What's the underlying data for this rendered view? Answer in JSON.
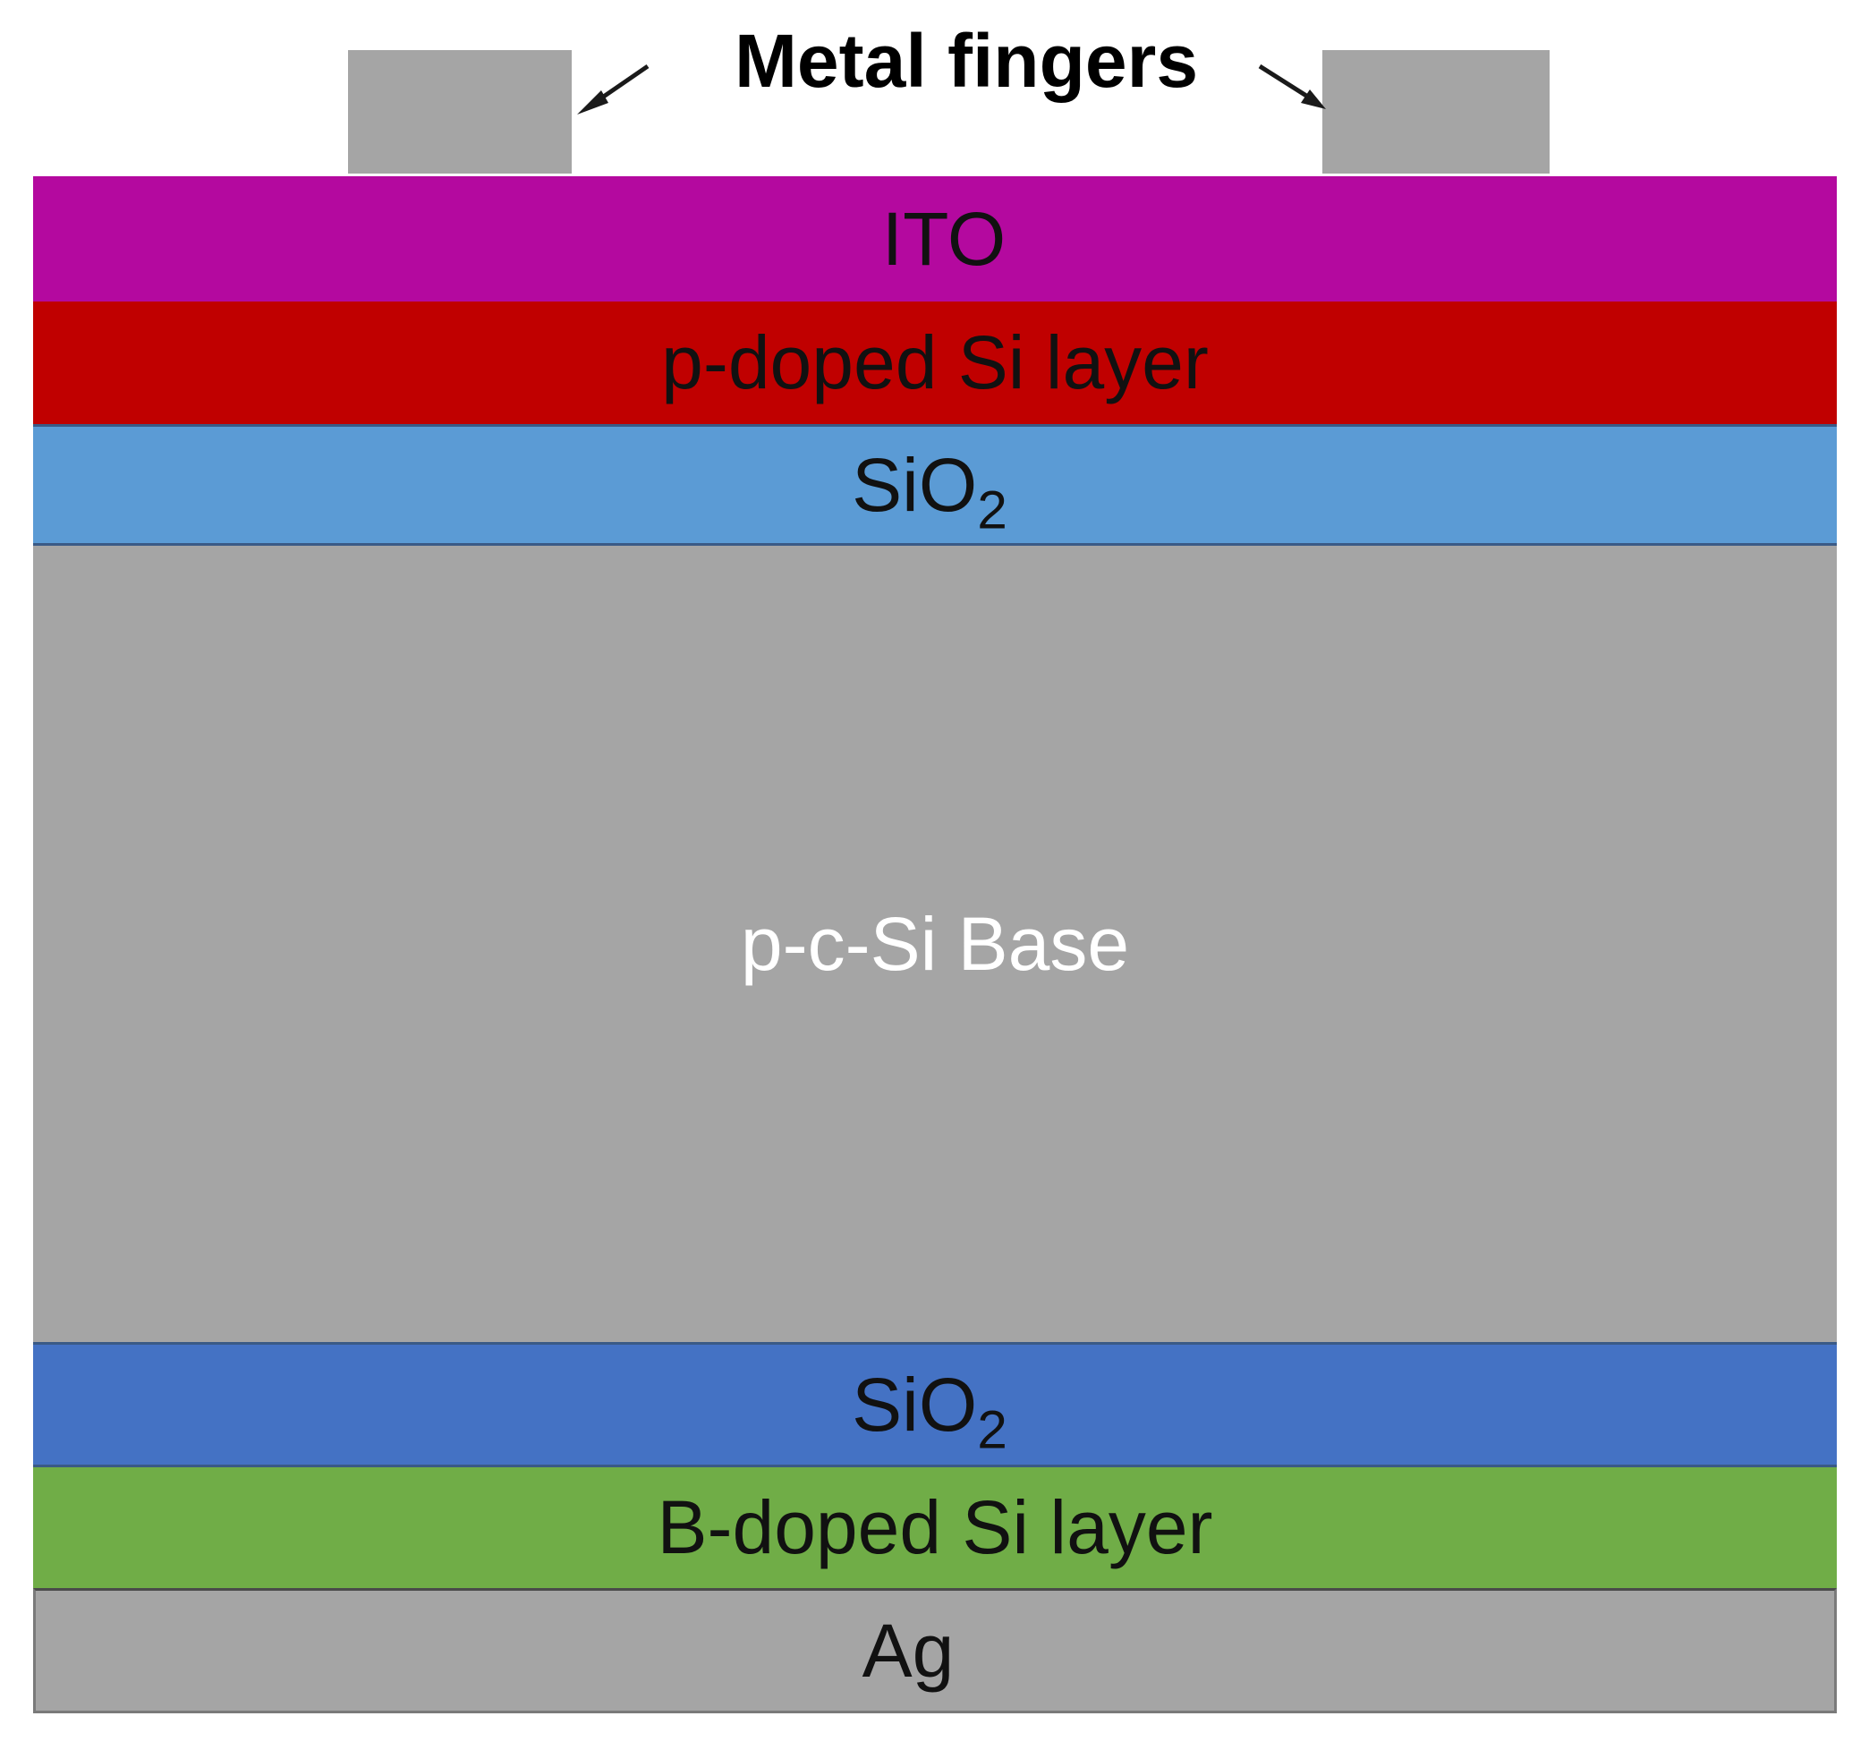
{
  "title": "Metal fingers",
  "colors": {
    "finger": "#a5a5a5",
    "arrow": "#1a1a1a"
  },
  "layers": [
    {
      "id": "ito",
      "label": "ITO",
      "sub": "",
      "color": "#b4099f"
    },
    {
      "id": "p-doped",
      "label": "p-doped Si layer",
      "sub": "",
      "color": "#c00000"
    },
    {
      "id": "sio2-top",
      "label": "SiO",
      "sub": "2",
      "color": "#5b9bd5"
    },
    {
      "id": "base",
      "label": "p-c-Si Base",
      "sub": "",
      "color": "#a5a5a5"
    },
    {
      "id": "sio2-bottom",
      "label": "SiO",
      "sub": "2",
      "color": "#4472c4"
    },
    {
      "id": "b-doped",
      "label": "B-doped Si layer",
      "sub": "",
      "color": "#70ad47"
    },
    {
      "id": "ag",
      "label": "Ag",
      "sub": "",
      "color": "#a5a5a5"
    }
  ]
}
